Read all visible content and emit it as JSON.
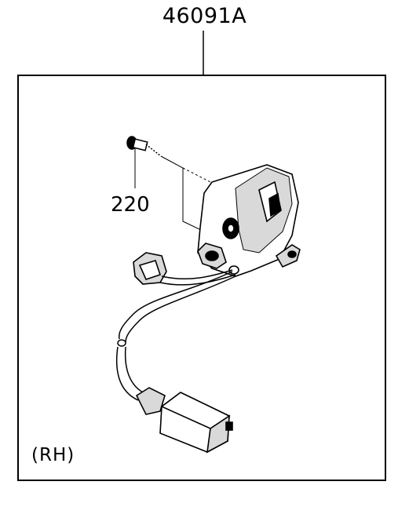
{
  "diagram": {
    "assembly_part_number": "46091A",
    "bolt_part_number": "220",
    "side_label": "(RH)",
    "colors": {
      "line": "#000000",
      "background": "#ffffff",
      "shade": "#d9d9d9"
    }
  }
}
